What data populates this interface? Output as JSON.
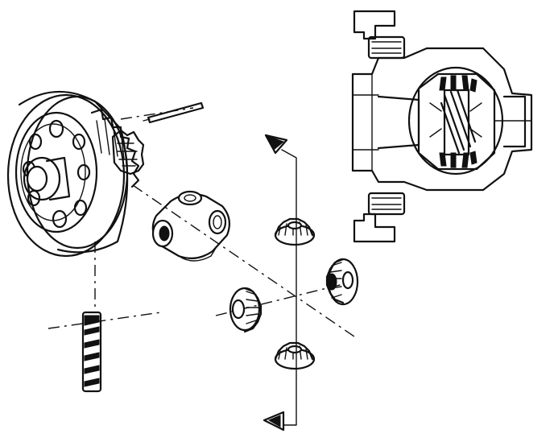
{
  "figure": {
    "kind": "exploded-view line drawing",
    "parts": [
      {
        "id": "ring-gear-carrier",
        "icon": "ring-gear-icon"
      },
      {
        "id": "pinion-shaft-pin",
        "icon": "pin-icon"
      },
      {
        "id": "pinion-shaft",
        "icon": "splined-shaft-icon"
      },
      {
        "id": "spider-block",
        "icon": "spider-block-icon"
      },
      {
        "id": "pinion-gear-top",
        "icon": "bevel-gear-icon"
      },
      {
        "id": "pinion-gear-bottom",
        "icon": "bevel-gear-icon"
      },
      {
        "id": "side-gear-left",
        "icon": "bevel-gear-icon"
      },
      {
        "id": "side-gear-right",
        "icon": "bevel-gear-icon"
      },
      {
        "id": "assembled-differential-section",
        "icon": "differential-section-icon"
      },
      {
        "id": "assembly-arrow-up",
        "icon": "arrow-up-icon"
      },
      {
        "id": "assembly-arrow-down",
        "icon": "arrow-left-icon"
      }
    ],
    "colors": {
      "ink": "#111111",
      "paper": "#ffffff"
    }
  }
}
